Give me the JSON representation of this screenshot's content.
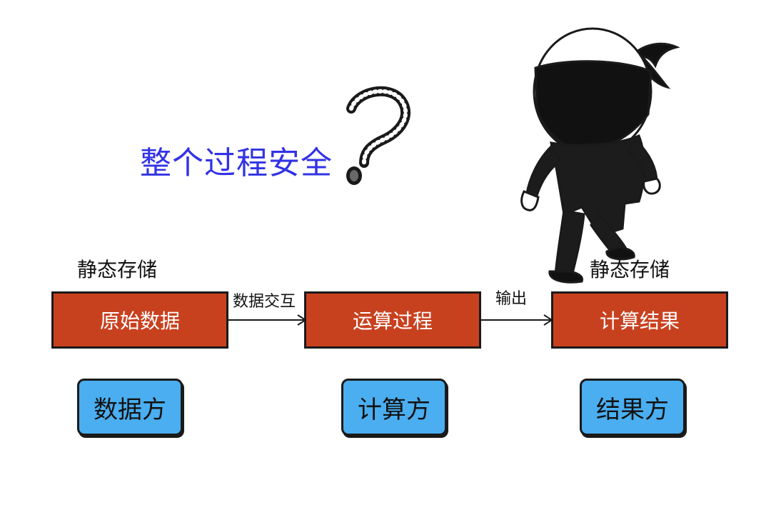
{
  "title": "整个过程安全",
  "static_storage_label": "静态存储",
  "nodes": [
    {
      "label": "原始数据"
    },
    {
      "label": "运算过程"
    },
    {
      "label": "计算结果"
    }
  ],
  "edges": [
    {
      "label": "数据交互"
    },
    {
      "label": "输出"
    }
  ],
  "parties": [
    {
      "label": "数据方"
    },
    {
      "label": "计算方"
    },
    {
      "label": "结果方"
    }
  ],
  "colors": {
    "title": "#3232e6",
    "node_fill": "#c8411f",
    "party_fill": "#4aaef0",
    "outline": "#1a1a1a"
  },
  "icons": [
    "question-mark-icon",
    "thief-figure-illustration"
  ]
}
